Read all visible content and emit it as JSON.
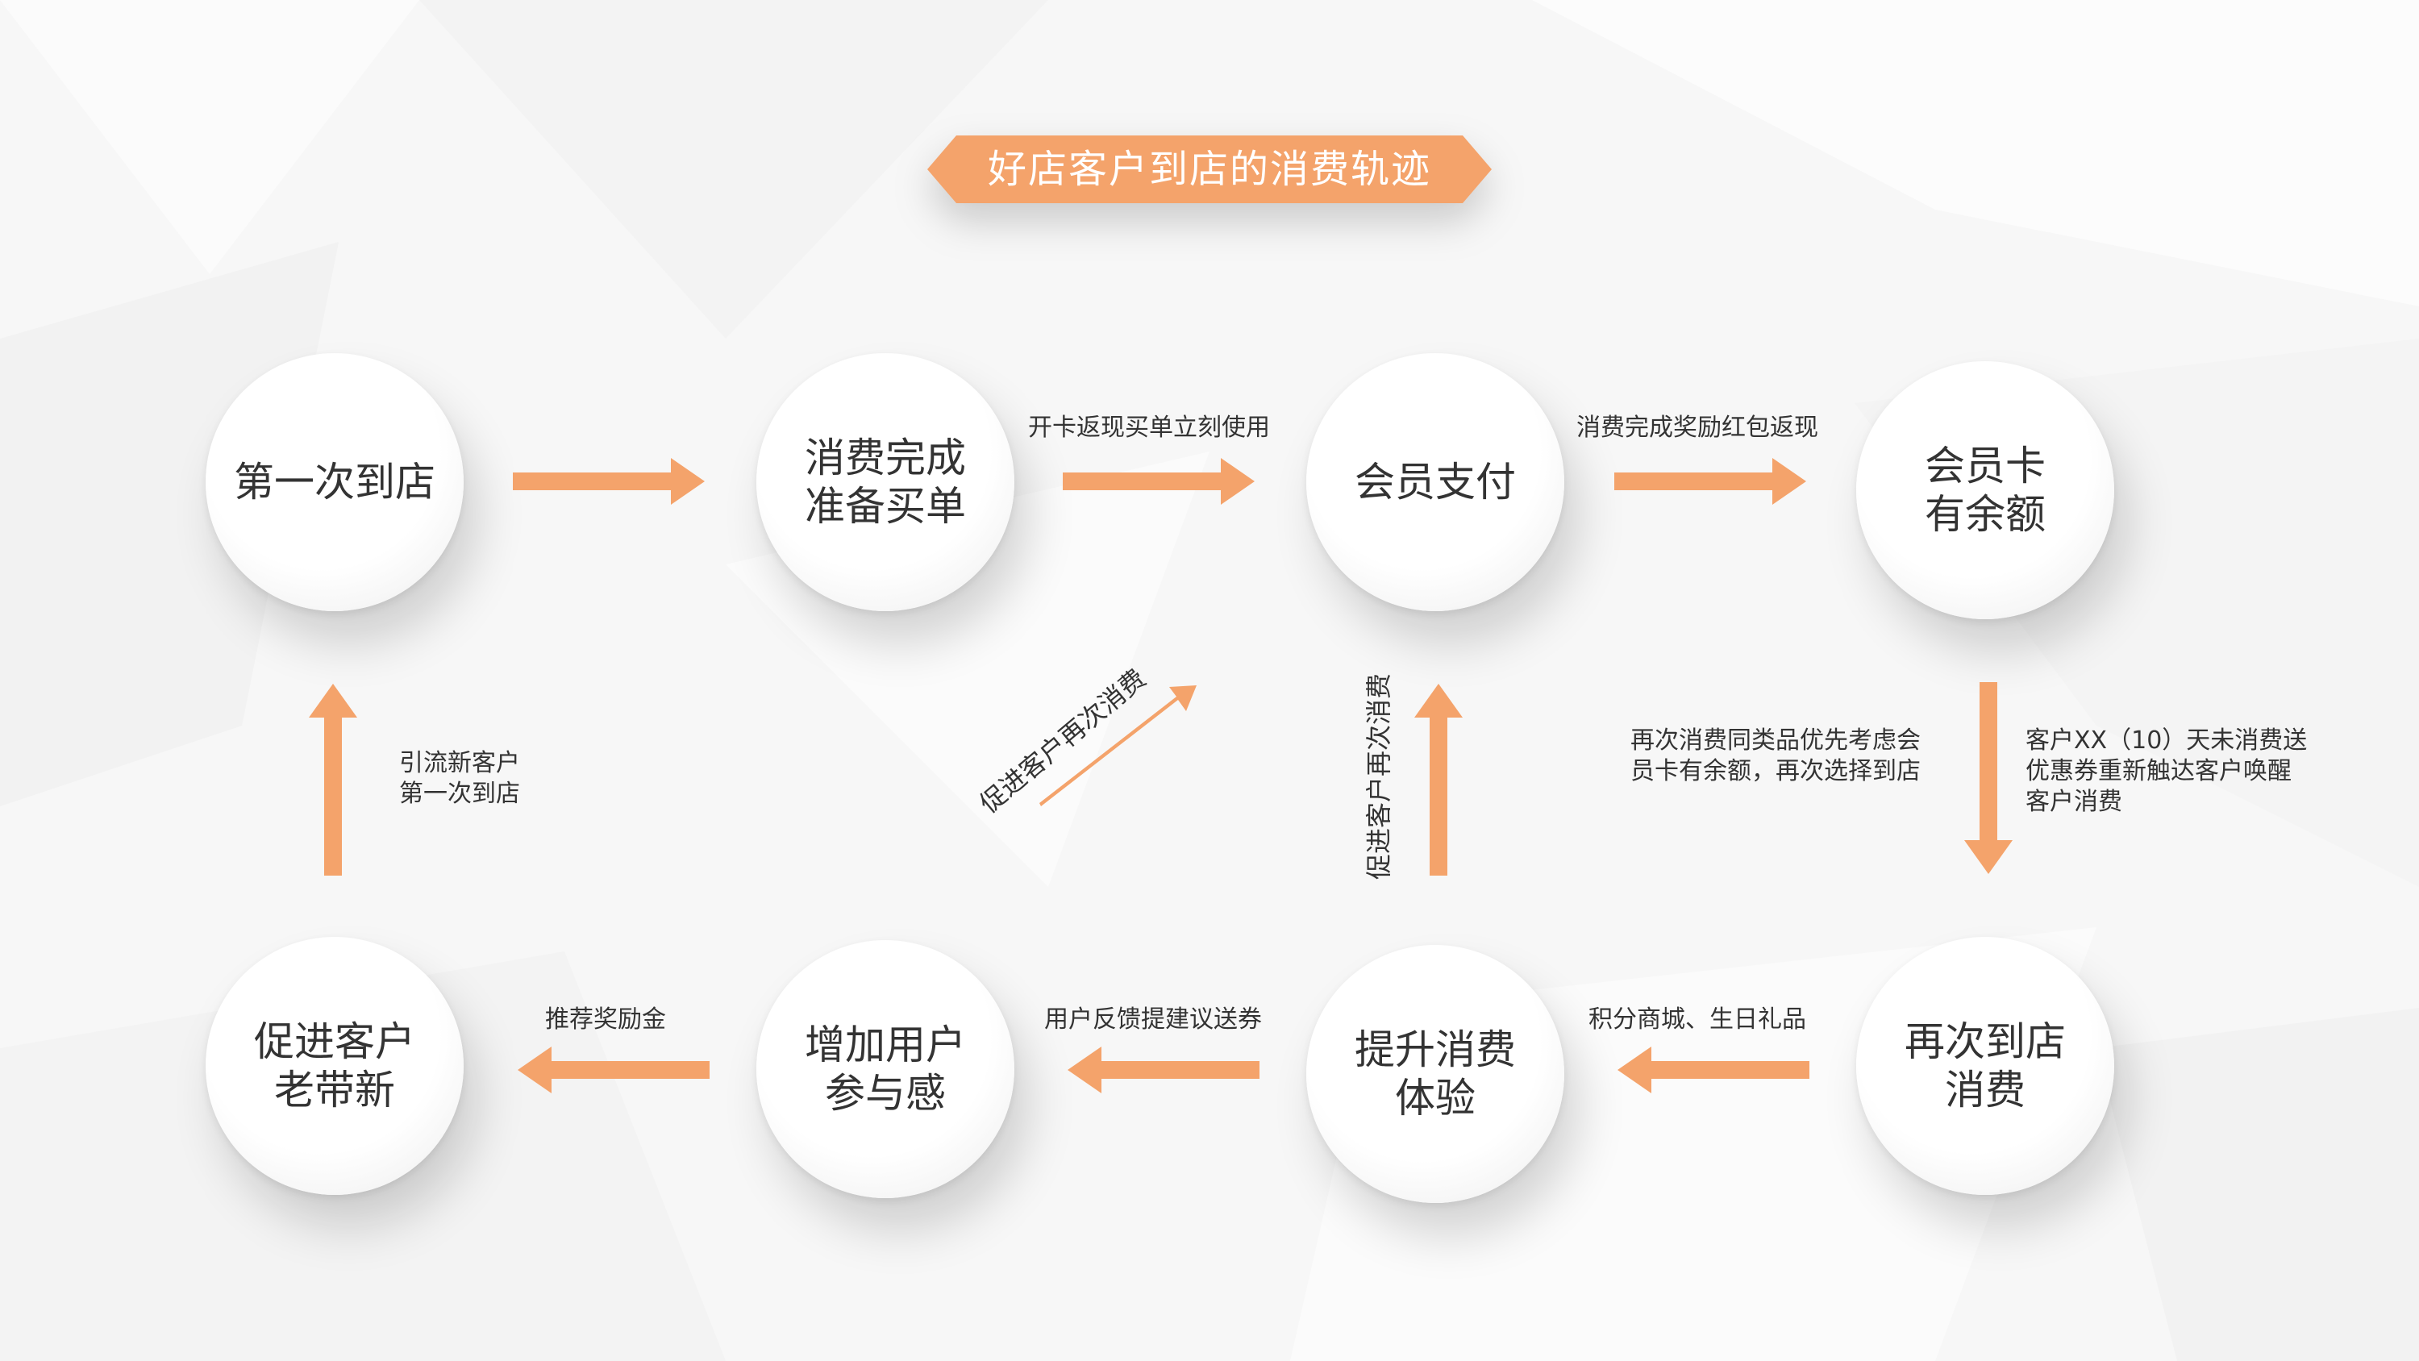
{
  "colors": {
    "accent": "#f4a36b",
    "node_text": "#333333",
    "background": "#f7f7f7"
  },
  "title": "好店客户到店的消费轨迹",
  "nodes": {
    "first_visit": "第一次到店",
    "ready_order": "消费完成\n准备买单",
    "member_pay": "会员支付",
    "card_balance": "会员卡\n有余额",
    "revisit": "再次到店\n消费",
    "upgrade_exp": "提升消费\n体验",
    "participation": "增加用户\n参与感",
    "referral": "促进客户\n老带新"
  },
  "notes": {
    "card_cashback": "开卡返现买单立刻使用",
    "red_packet": "消费完成奖励红包返现",
    "balance_priority": "再次消费同类品优先考虑会\n员卡有余额，再次选择到店",
    "coupon_reactivate": "客户XX（10）天未消费送\n优惠券重新触达客户唤醒\n客户消费",
    "points_gift": "积分商城、生日礼品",
    "feedback_coupon": "用户反馈提建议送券",
    "referral_bonus": "推荐奖励金",
    "new_customer": "引流新客户\n第一次到店",
    "diag_repeat": "促进客户再次消费",
    "vert_repeat": "促进客户再次消费"
  }
}
